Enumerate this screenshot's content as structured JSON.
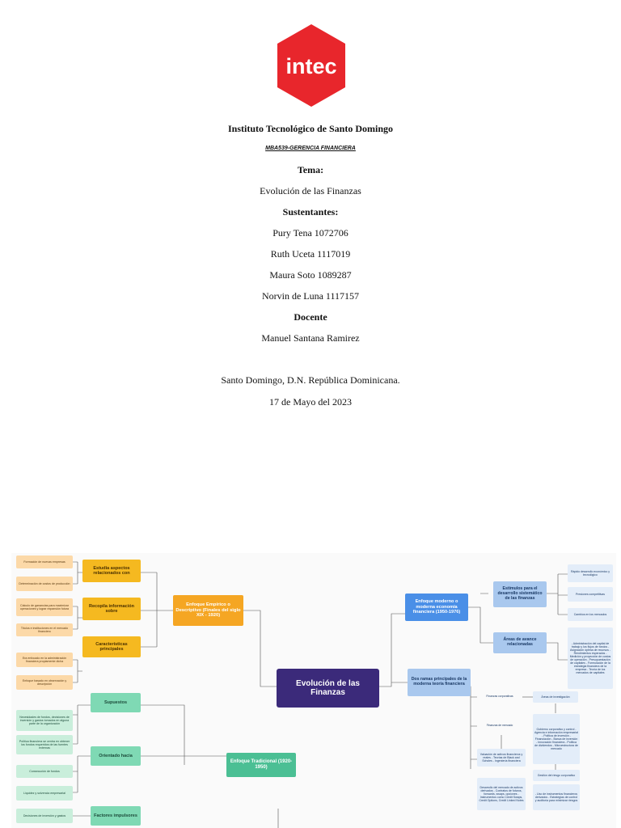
{
  "logo": {
    "text": "intec",
    "color": "#e8262c"
  },
  "cover": {
    "institution": "Instituto Tecnológico de Santo Domingo",
    "course": "MBA539-GERENCIA FINANCIERA",
    "tema_label": "Tema:",
    "tema": "Evolución de las Finanzas",
    "sustentantes_label": "Sustentantes:",
    "students": [
      "Pury Tena 1072706",
      "Ruth Uceta 1117019",
      "Maura Soto 1089287",
      "Norvin de Luna 1117157"
    ],
    "docente_label": "Docente",
    "docente": "Manuel Santana Ramirez",
    "place": "Santo Domingo, D.N. República Dominicana.",
    "date": "17 de Mayo del 2023"
  },
  "mindmap": {
    "center": "Evolución de las Finanzas",
    "empirico": {
      "title": "Enfoque Empírico o Descriptivo (Finales del siglo XIX - 1920)",
      "branches": [
        "Estudia aspectos relacionados con",
        "Recopila información sobre",
        "Características principales"
      ],
      "leaves": [
        "Formación de nuevas empresas",
        "Determinación de costos de producción",
        "Cálculo de ganancias para maximizar operaciones y lograr expansión futura",
        "Títulos e instituciones en el mercado financiero",
        "Era enfocado en la administración financiera propiamente dicha",
        "Enfoque basado en observación y descripción"
      ]
    },
    "tradicional": {
      "title": "Enfoque Tradicional (1920-1950)",
      "branches": [
        "Supuestos",
        "Orientado hacia",
        "Factores impulsores"
      ],
      "leaves": [
        "Necesidades de fondos, decisiones de inversión y gastos tomados en alguna parte de la organización",
        "Política financiera se centra en obtener los fondos requeridos de las fuentes externas",
        "Consecución de fondos",
        "Liquidez y solvencia empresarial",
        "Decisiones de inversión y gastos"
      ]
    },
    "moderno": {
      "title": "Enfoque moderno o moderna economía financiera (1950-1976)",
      "estimulos": "Estímulos para el desarrollo sistemático de las finanzas",
      "estimulos_leaves": [
        "Rápido desarrollo económico y tecnológico",
        "Presiones competitivas",
        "Cambios en los mercados"
      ],
      "areas": "Áreas de avance relacionadas",
      "areas_text": "- Administración del capital de trabajo y los flujos de fondos - Asignación óptima de recursos - Rendimientos esperados - Medición y proyección de costos de operación - Presupuestación de capitales - Formulación de la estrategia financiera de la empresa - Teoría de los mercados de capitales",
      "dos_ramas": "Dos ramas principales de la moderna teoría financiera",
      "finanzas_corporativas": "Finanzas corporativas",
      "finanzas_mercado": "Finanzas de mercado",
      "valuacion": "Valuación de activos financieros y reales - Teorías de Black and Scholes - Ingeniería financiera",
      "desarrollo": "Desarrollo del mercado de activos derivados - Contratos de futuros, forwards, swaps, opciones - Instrumentos como Credit Swaps, Credit Options, Credit Linked Notes",
      "areas_investigacion": "Áreas de investigación",
      "gobierno": "Gobierno corporativo y control - Agencia e información empresarial - Política de inversión - Financiación - Banca de inversión - Innovación financiera - Política de dividendos - Microestructura de mercado",
      "gestion_riesgo": "Gestión del riesgo corporativo",
      "uso_instrumentos": "- Uso de instrumentos financieros derivados - Estrategias de control y auditoría para minimizar riesgos"
    }
  }
}
